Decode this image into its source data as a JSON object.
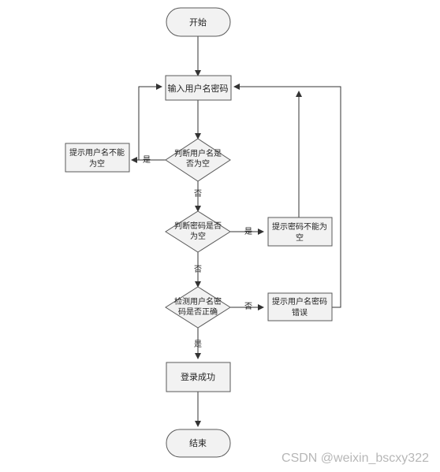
{
  "nodes": {
    "start": "开始",
    "input": "输入用户名密码",
    "check_user_l1": "判断用户名是",
    "check_user_l2": "否为空",
    "prompt_user_l1": "提示用户名不能",
    "prompt_user_l2": "为空",
    "check_pwd_l1": "判断密码是否",
    "check_pwd_l2": "为空",
    "prompt_pwd_l1": "提示密码不能为",
    "prompt_pwd_l2": "空",
    "verify_l1": "检测用户名密",
    "verify_l2": "码是否正确",
    "prompt_err_l1": "提示用户名密码",
    "prompt_err_l2": "错误",
    "success": "登录成功",
    "end": "结束"
  },
  "edges": {
    "yes": "是",
    "no": "否"
  },
  "watermark": "CSDN @weixin_bscxy322"
}
